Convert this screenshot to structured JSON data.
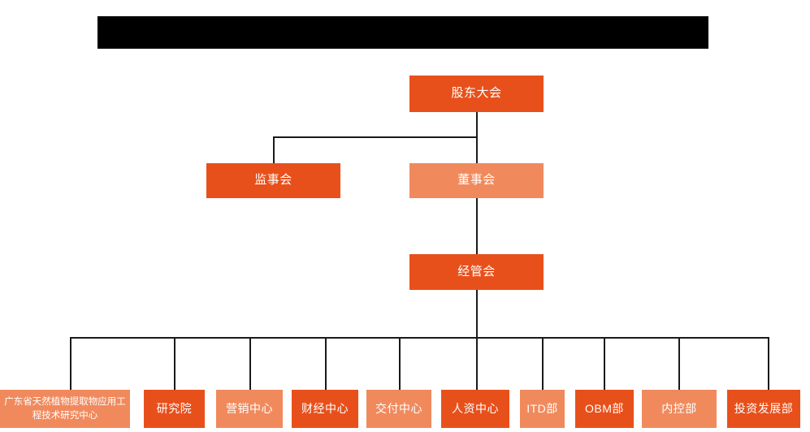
{
  "banner": {
    "label": "",
    "redacted": true,
    "color": "#000000"
  },
  "colors": {
    "primary_dark": "#E8501B",
    "primary_light": "#F08A5D",
    "connector": "#1a1a1a",
    "text": "#ffffff",
    "background": "#ffffff"
  },
  "chart": {
    "type": "org-chart",
    "level1": {
      "label": "股东大会",
      "style": "dark"
    },
    "level2": [
      {
        "label": "监事会",
        "style": "dark"
      },
      {
        "label": "董事会",
        "style": "light"
      }
    ],
    "level3": {
      "label": "经管会",
      "style": "dark"
    },
    "departments": [
      {
        "label": "广东省天然植物提取物应用工程技术研究中心",
        "style": "light"
      },
      {
        "label": "研究院",
        "style": "dark"
      },
      {
        "label": "营销中心",
        "style": "light"
      },
      {
        "label": "财经中心",
        "style": "dark"
      },
      {
        "label": "交付中心",
        "style": "light"
      },
      {
        "label": "人资中心",
        "style": "dark"
      },
      {
        "label": "ITD部",
        "style": "light"
      },
      {
        "label": "OBM部",
        "style": "dark"
      },
      {
        "label": "内控部",
        "style": "light"
      },
      {
        "label": "投资发展部",
        "style": "dark"
      }
    ]
  }
}
